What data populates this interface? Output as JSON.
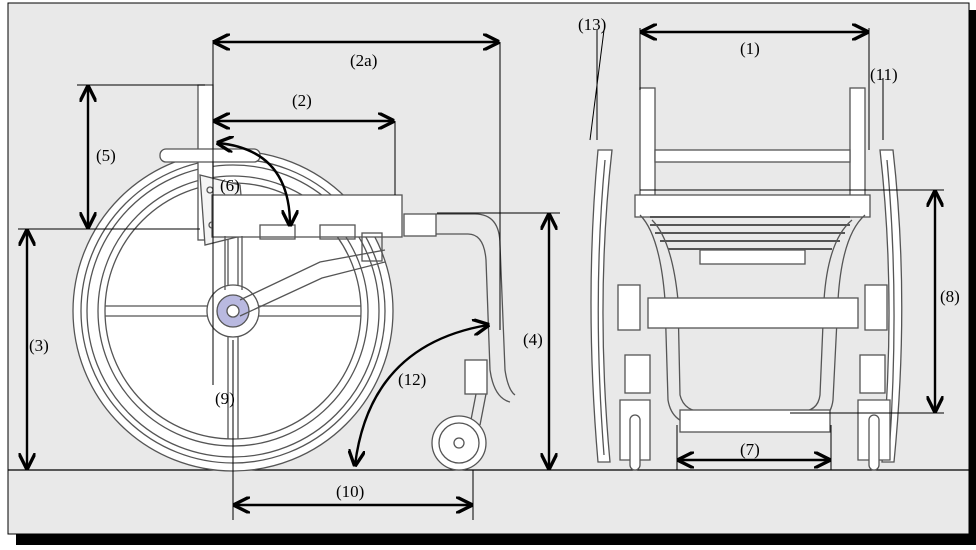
{
  "labels": {
    "seat_width": "(1)",
    "seat_depth": "(2)",
    "overall_length": "(2a)",
    "seat_height_rear": "(3)",
    "seat_height_front": "(4)",
    "backrest_height": "(5)",
    "backrest_angle": "(6)",
    "footrest_width": "(7)",
    "front_height": "(8)",
    "axle_point": "(9)",
    "wheelbase": "(10)",
    "overall_width": "(11)",
    "footrest_angle": "(12)",
    "wheel_camber": "(13)"
  },
  "colors": {
    "background": "#e9e9e9",
    "frame": "#555555",
    "ink": "#000000",
    "hub": "#b9b9e0"
  }
}
